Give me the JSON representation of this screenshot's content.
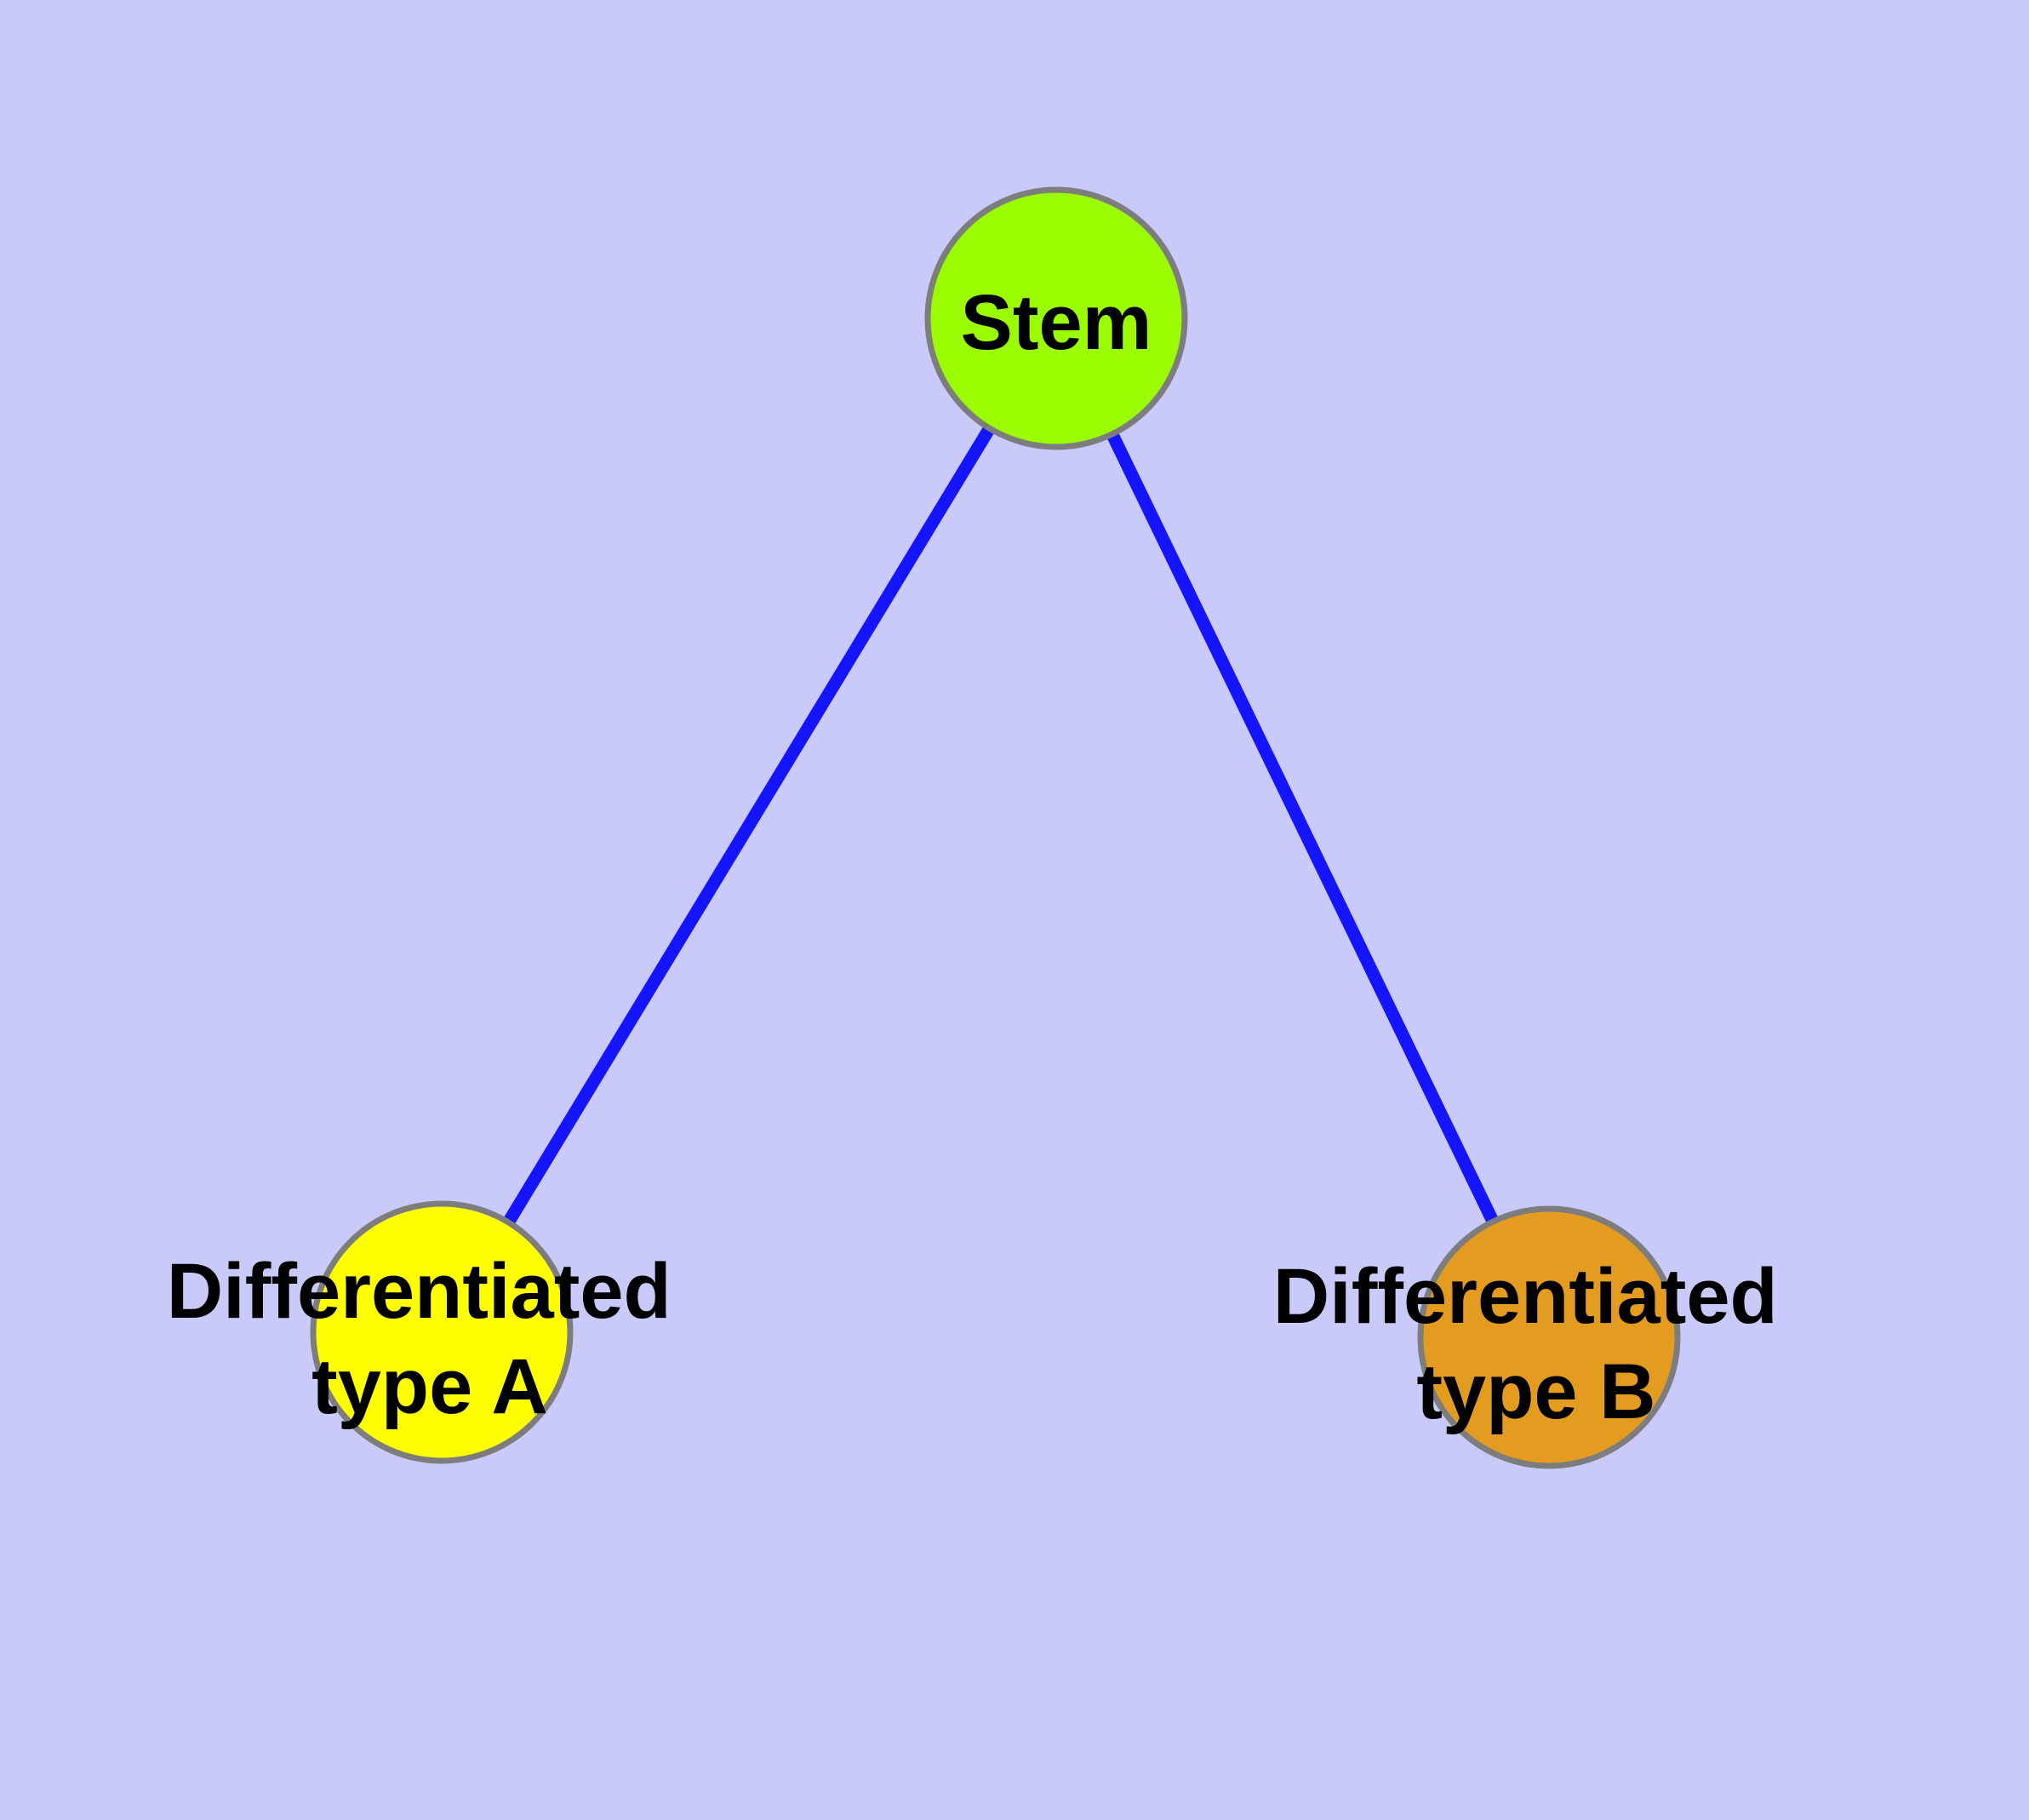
{
  "colors": {
    "background": "#c9c9fa",
    "edge": "#1414ff",
    "node_border": "#7d7d7d",
    "label_text": "#000000"
  },
  "graph": {
    "nodes": [
      {
        "id": "stem",
        "label": "Stem",
        "fill": "#9bfb00"
      },
      {
        "id": "type-a",
        "label_line1": "Differentiated",
        "label_line2": "type A",
        "fill": "#ffff00"
      },
      {
        "id": "type-b",
        "label_line1": "Differentiated",
        "label_line2": "type B",
        "fill": "#e39b20"
      }
    ],
    "edges": [
      {
        "from": "Stem",
        "to": "Differentiated type A"
      },
      {
        "from": "Stem",
        "to": "Differentiated type B"
      }
    ]
  }
}
